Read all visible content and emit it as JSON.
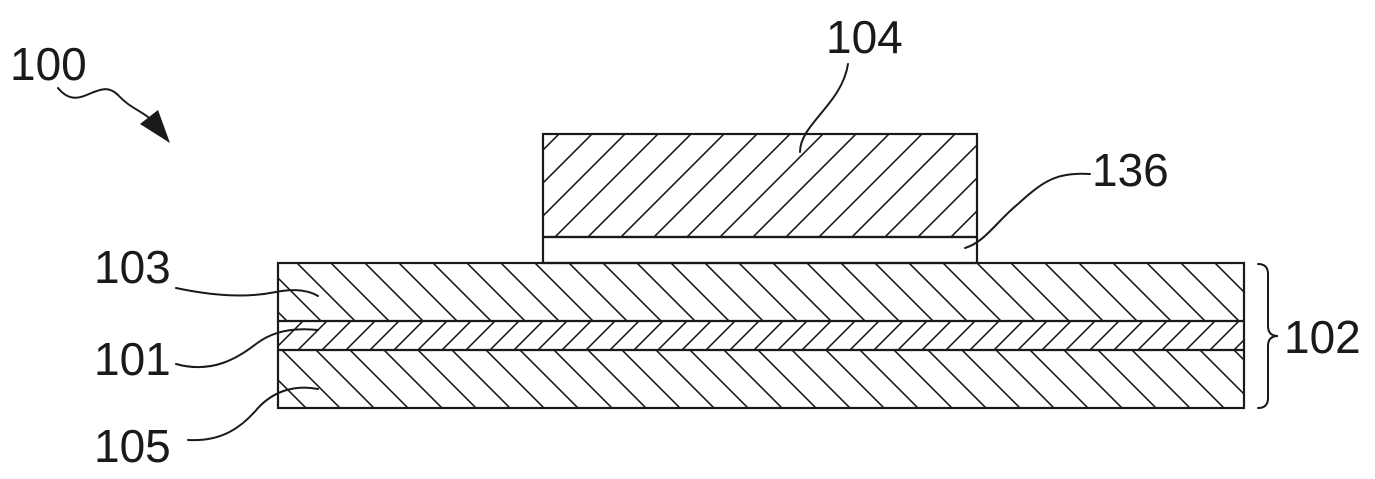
{
  "figure": {
    "labels": {
      "assembly": "100",
      "top_block": "104",
      "thin_film": "136",
      "upper_layer": "103",
      "middle_layer": "101",
      "lower_layer": "105",
      "stack": "102"
    },
    "colors": {
      "ink": "#1a1a1a",
      "background": "#ffffff"
    }
  }
}
